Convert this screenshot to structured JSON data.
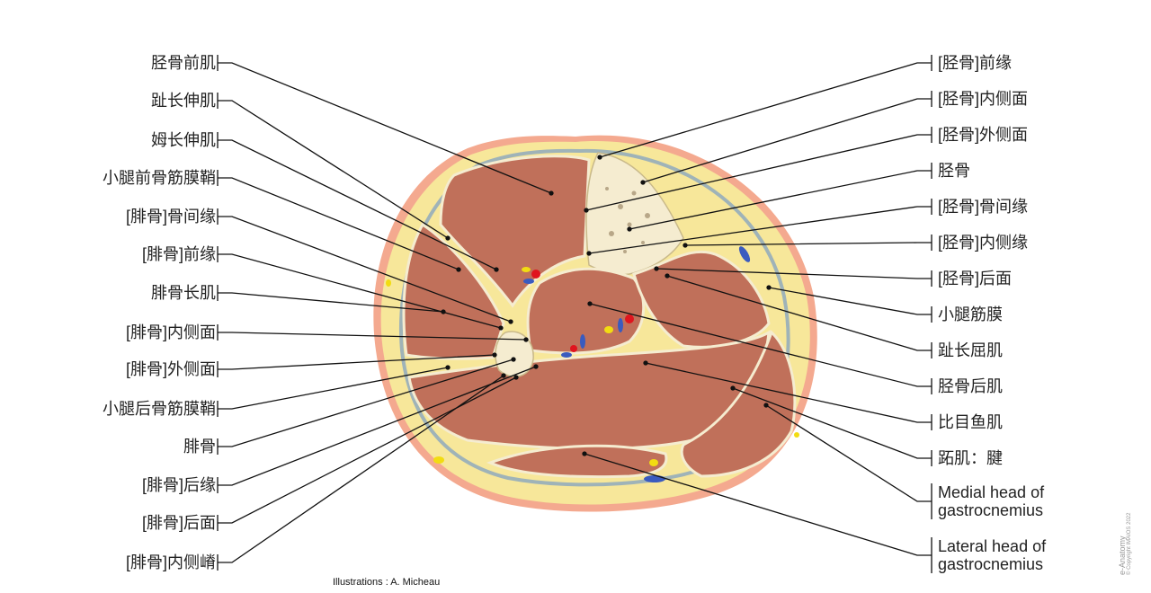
{
  "left_labels": [
    "胫骨前肌",
    "趾长伸肌",
    "姆长伸肌",
    "小腿前骨筋膜鞘",
    "[腓骨]骨间缘",
    "[腓骨]前缘",
    "腓骨长肌",
    "[腓骨]内侧面",
    "[腓骨]外侧面",
    "小腿后骨筋膜鞘",
    "腓骨",
    "[腓骨]后缘",
    "[腓骨]后面",
    "[腓骨]内侧嵴"
  ],
  "right_labels": [
    "[胫骨]前缘",
    "[胫骨]内侧面",
    "[胫骨]外侧面",
    "胫骨",
    "[胫骨]骨间缘",
    "[胫骨]内侧缘",
    "[胫骨]后面",
    "小腿筋膜",
    "趾长屈肌",
    "胫骨后肌",
    "比目鱼肌",
    "跖肌：腱",
    "Medial head of gastrocnemius",
    "Lateral head of gastrocnemius"
  ],
  "credit": "Illustrations : A. Micheau",
  "brand": "e-Anatomy",
  "copyright": "© Copyright IMAIOS 2022",
  "colors": {
    "skin": "#f4a98f",
    "fat": "#f7e79a",
    "muscle": "#c0705a",
    "bone": "#f5ecd0",
    "fascia": "#9fb3b8",
    "artery": "#e0141e",
    "vein": "#3a5bbf",
    "nerve": "#f2dc12"
  }
}
